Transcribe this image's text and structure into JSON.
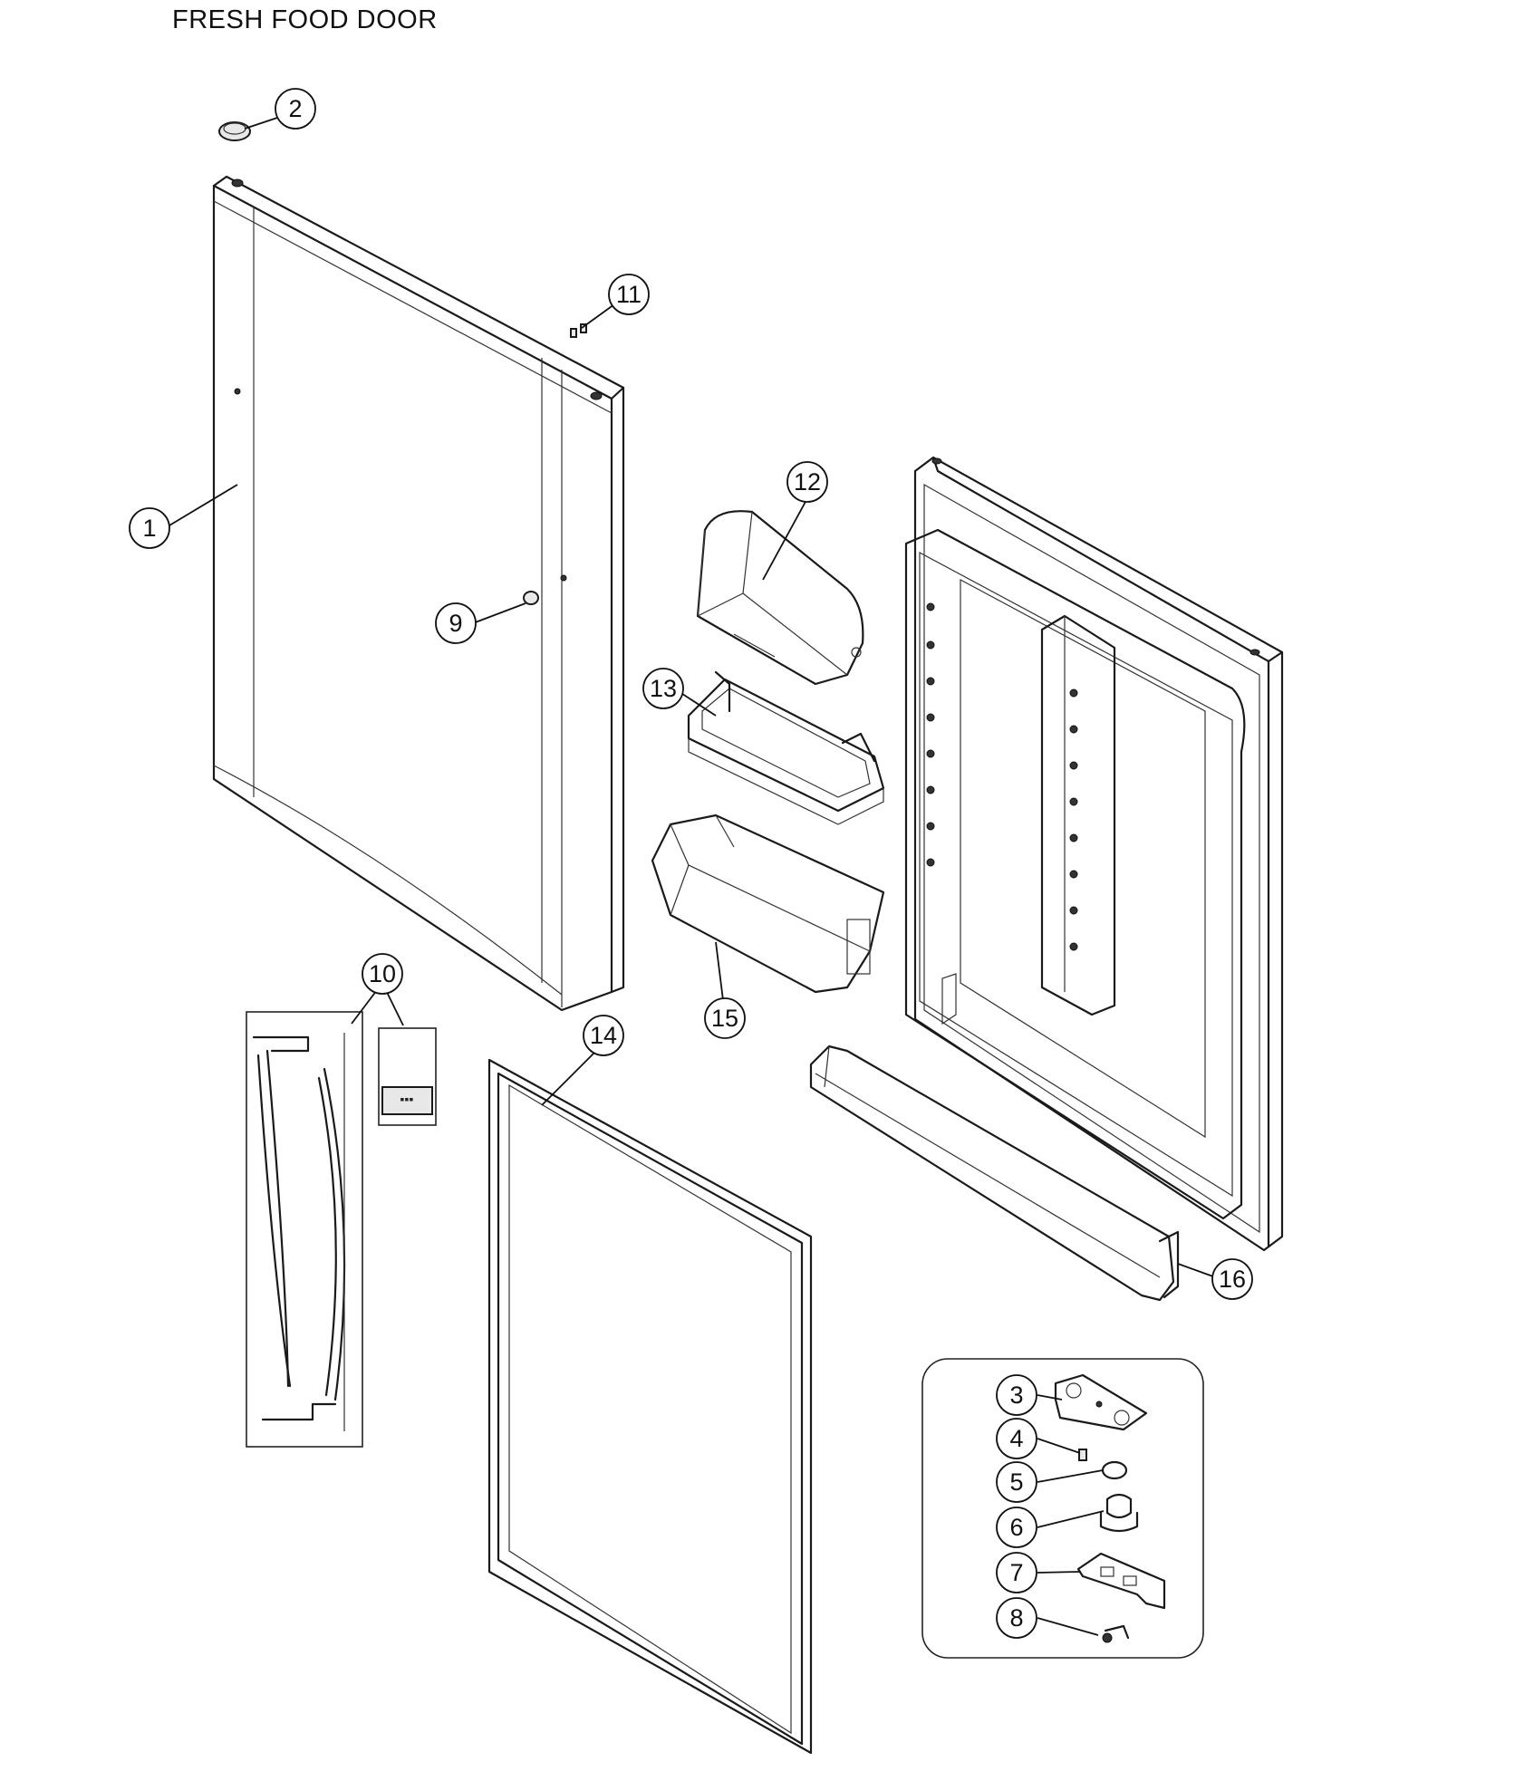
{
  "title": "FRESH FOOD DOOR",
  "callouts": [
    {
      "label": "1"
    },
    {
      "label": "2"
    },
    {
      "label": "3"
    },
    {
      "label": "4"
    },
    {
      "label": "5"
    },
    {
      "label": "6"
    },
    {
      "label": "7"
    },
    {
      "label": "8"
    },
    {
      "label": "9"
    },
    {
      "label": "10"
    },
    {
      "label": "11"
    },
    {
      "label": "12"
    },
    {
      "label": "13"
    },
    {
      "label": "14"
    },
    {
      "label": "15"
    },
    {
      "label": "16"
    }
  ]
}
